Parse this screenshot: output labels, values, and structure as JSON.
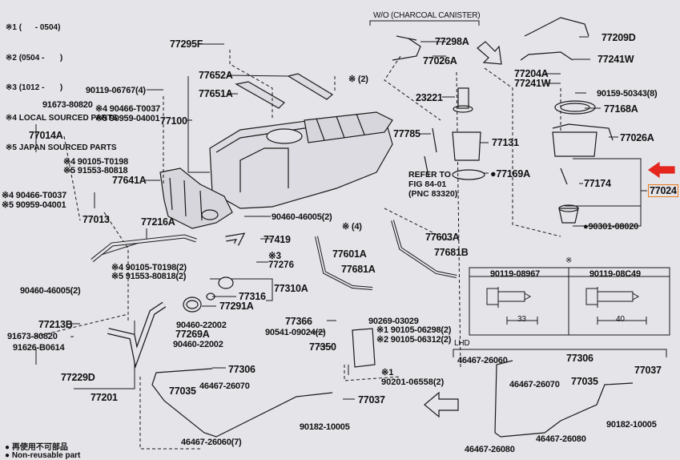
{
  "diagram": {
    "title": "Fuel Tank & Tube parts diagram",
    "notes": [
      "※1 (      - 0504)",
      "※2 (0504 -       )",
      "※3 (1012 -       )",
      "※4 LOCAL SOURCED PARTS",
      "※5 JAPAN SOURCED PARTS"
    ],
    "section_labels": {
      "wo_canister": "W/O (CHARCOAL CANISTER)",
      "lhd": "LHD",
      "bolt_table_mark": "※",
      "refer_to": "REFER TO\nFIG 84-01\n(PNC 83320)"
    },
    "highlighted_part": {
      "number": "77024",
      "outline_color": "#e87a1c",
      "arrow_color": "#e5261f"
    },
    "bolt_table": [
      {
        "part": "90119-08967",
        "length": "33"
      },
      {
        "part": "90119-08C49",
        "length": "40"
      }
    ],
    "callouts": {
      "p77295F": "77295F",
      "p90119_06767": "90119-06767(4)",
      "p91673_80820_a": "91673-80820",
      "p90466_T0037_a": "※4 90466-T0037",
      "p90959_04001_a": "※5 90959-04001",
      "p77652A": "77652A",
      "p77651A": "77651A",
      "p77100": "77100",
      "pStar2": "※ (2)",
      "p77014A": "77014A",
      "p90105_T0198_a": "※4 90105-T0198",
      "p91553_80818_a": "※5 91553-80818",
      "p77641A": "77641A",
      "p90466_T0037_b": "※4 90466-T0037",
      "p90959_04001_b": "※5 90959-04001",
      "p77013": "77013",
      "p77216A": "77216A",
      "p90460_46005_a": "90460-46005(2)",
      "p77419": "77419",
      "p90105_T0198_b": "※4 90105-T0198(2)",
      "p91553_80818_b": "※5 91553-80818(2)",
      "p77276": "※3\n77276",
      "p90460_46005_b": "90460-46005(2)",
      "p77310A": "77310A",
      "p77316": "77316",
      "p77291A": "77291A",
      "p77213B": "77213B",
      "p91673_80820_b": "91673-80820",
      "p91626_B0614": "91626-B0614",
      "p90460_22002_a": "90460-22002",
      "p77269A": "77269A",
      "p90460_22002_b": "90460-22002",
      "p77229D": "77229D",
      "p77201": "77201",
      "p77306_a": "77306",
      "p77035_a": "77035",
      "p46467_26070_a": "46467-26070",
      "p46467_26060_7": "46467-26060(7)",
      "p77037_a": "77037",
      "p90182_10005_a": "90182-10005",
      "p77298A": "77298A",
      "p77026A_a": "77026A",
      "p23221": "23221",
      "p77785": "77785",
      "p77131": "77131",
      "p77169A": "●77169A",
      "pStar4": "※ (4)",
      "p77601A": "77601A",
      "p77681A": "77681A",
      "p77603A": "77603A",
      "p77681B": "77681B",
      "p77366": "77366",
      "p90269_03029": "90269-03029",
      "p90541_09024": "90541-09024(2)",
      "p90105_06298": "※1 90105-06298(2)",
      "p90105_06312": "※2 90105-06312(2)",
      "p77350": "77350",
      "p90201_06558": "※1\n90201-06558(2)",
      "p77209D": "77209D",
      "p77241W_a": "77241W",
      "p77204A": "77204A",
      "p77241W_b": "77241W",
      "p90159_50343": "90159-50343(8)",
      "p77168A": "77168A",
      "p77026A_b": "77026A",
      "p77174": "77174",
      "p90301_08020": "●90301-08020",
      "p46467_26060_l": "46467-26060",
      "p77306_b": "77306",
      "p46467_26070_b": "46467-26070",
      "p77035_b": "77035",
      "p77037_b": "77037",
      "p46467_26080_a": "46467-26080",
      "p46467_26080_b": "46467-26080",
      "p90182_10005_b": "90182-10005"
    },
    "legend": [
      "● 再使用不可部品",
      "● Non-reusable part"
    ]
  }
}
